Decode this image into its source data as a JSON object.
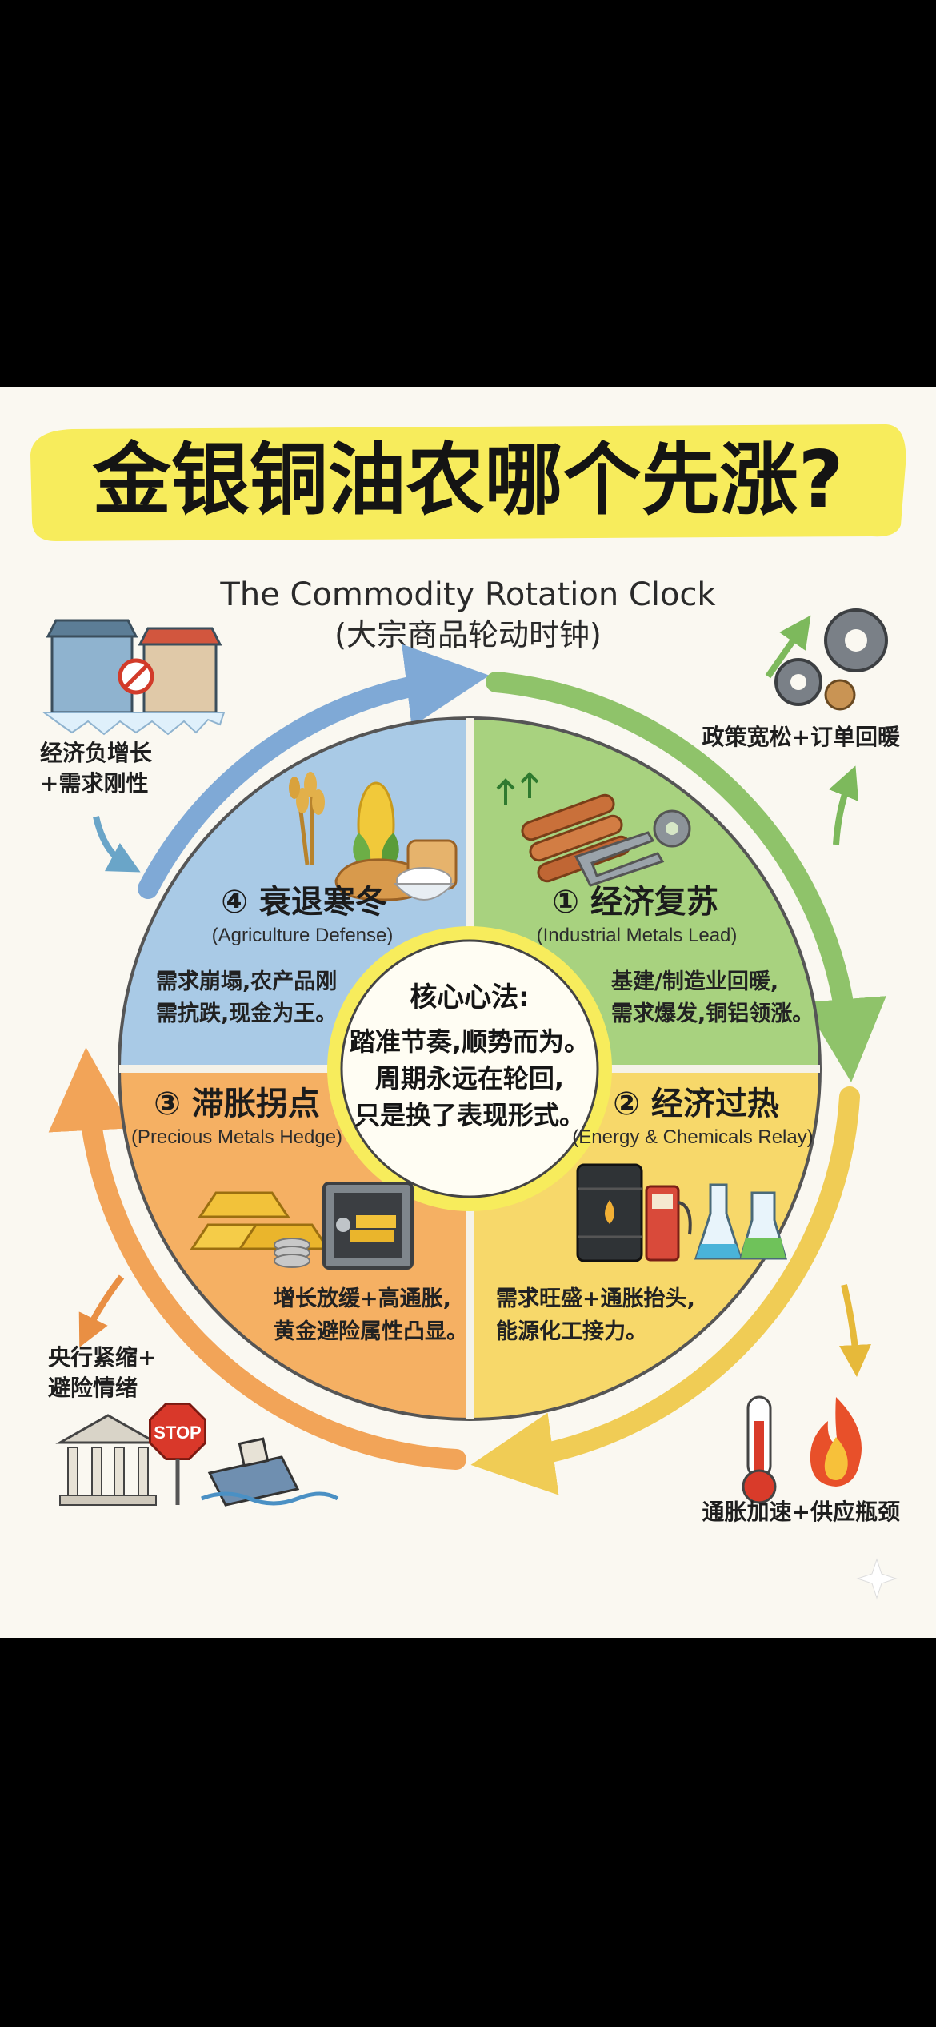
{
  "title": "金银铜油农哪个先涨?",
  "subtitle_en": "The Commodity Rotation Clock",
  "subtitle_cn": "(大宗商品轮动时钟)",
  "colors": {
    "highlighter": "#f7ec5c",
    "poster_bg": "#faf8f1",
    "q1_green": "#a8d27f",
    "q2_yellow": "#f7d86a",
    "q3_orange": "#f5b063",
    "q4_blue": "#a9cae6",
    "arrow_blue": "#7fa9d6",
    "arrow_green": "#8fc36a",
    "arrow_yellow": "#f0cc55",
    "arrow_orange": "#f2a458"
  },
  "core": {
    "heading": "核心心法:",
    "lines": [
      "踏准节奏,顺势而为。",
      "周期永远在轮回,",
      "只是换了表现形式。"
    ]
  },
  "quadrants": {
    "q1": {
      "title": "① 经济复苏",
      "subtitle": "(Industrial Metals Lead)",
      "desc": [
        "基建/制造业回暖,",
        "需求爆发,铜铝领涨。"
      ],
      "icons": [
        "copper-pipes-icon",
        "steel-beam-icon",
        "gear-icon",
        "up-arrow-icon"
      ]
    },
    "q2": {
      "title": "② 经济过热",
      "subtitle": "(Energy & Chemicals Relay)",
      "desc": [
        "需求旺盛+通胀抬头,",
        "能源化工接力。"
      ],
      "icons": [
        "oil-barrel-icon",
        "fuel-pump-icon",
        "flask-icon"
      ]
    },
    "q3": {
      "title": "③ 滞胀拐点",
      "subtitle": "(Precious Metals Hedge)",
      "desc": [
        "增长放缓+高通胀,",
        "黄金避险属性凸显。"
      ],
      "icons": [
        "gold-bars-icon",
        "coins-icon",
        "safe-icon"
      ]
    },
    "q4": {
      "title": "④ 衰退寒冬",
      "subtitle": "(Agriculture Defense)",
      "desc": [
        "需求崩塌,农产品刚",
        "需抗跌,现金为王。"
      ],
      "icons": [
        "wheat-icon",
        "corn-icon",
        "bread-icon",
        "rice-bowl-icon"
      ]
    }
  },
  "transitions": {
    "top_left": [
      "经济负增长",
      "+需求刚性"
    ],
    "top_right": [
      "政策宽松+订单回暖"
    ],
    "bottom_right": [
      "通胀加速+供应瓶颈"
    ],
    "bottom_left": [
      "央行紧缩+",
      "避险情绪"
    ]
  },
  "stop_sign": "STOP"
}
